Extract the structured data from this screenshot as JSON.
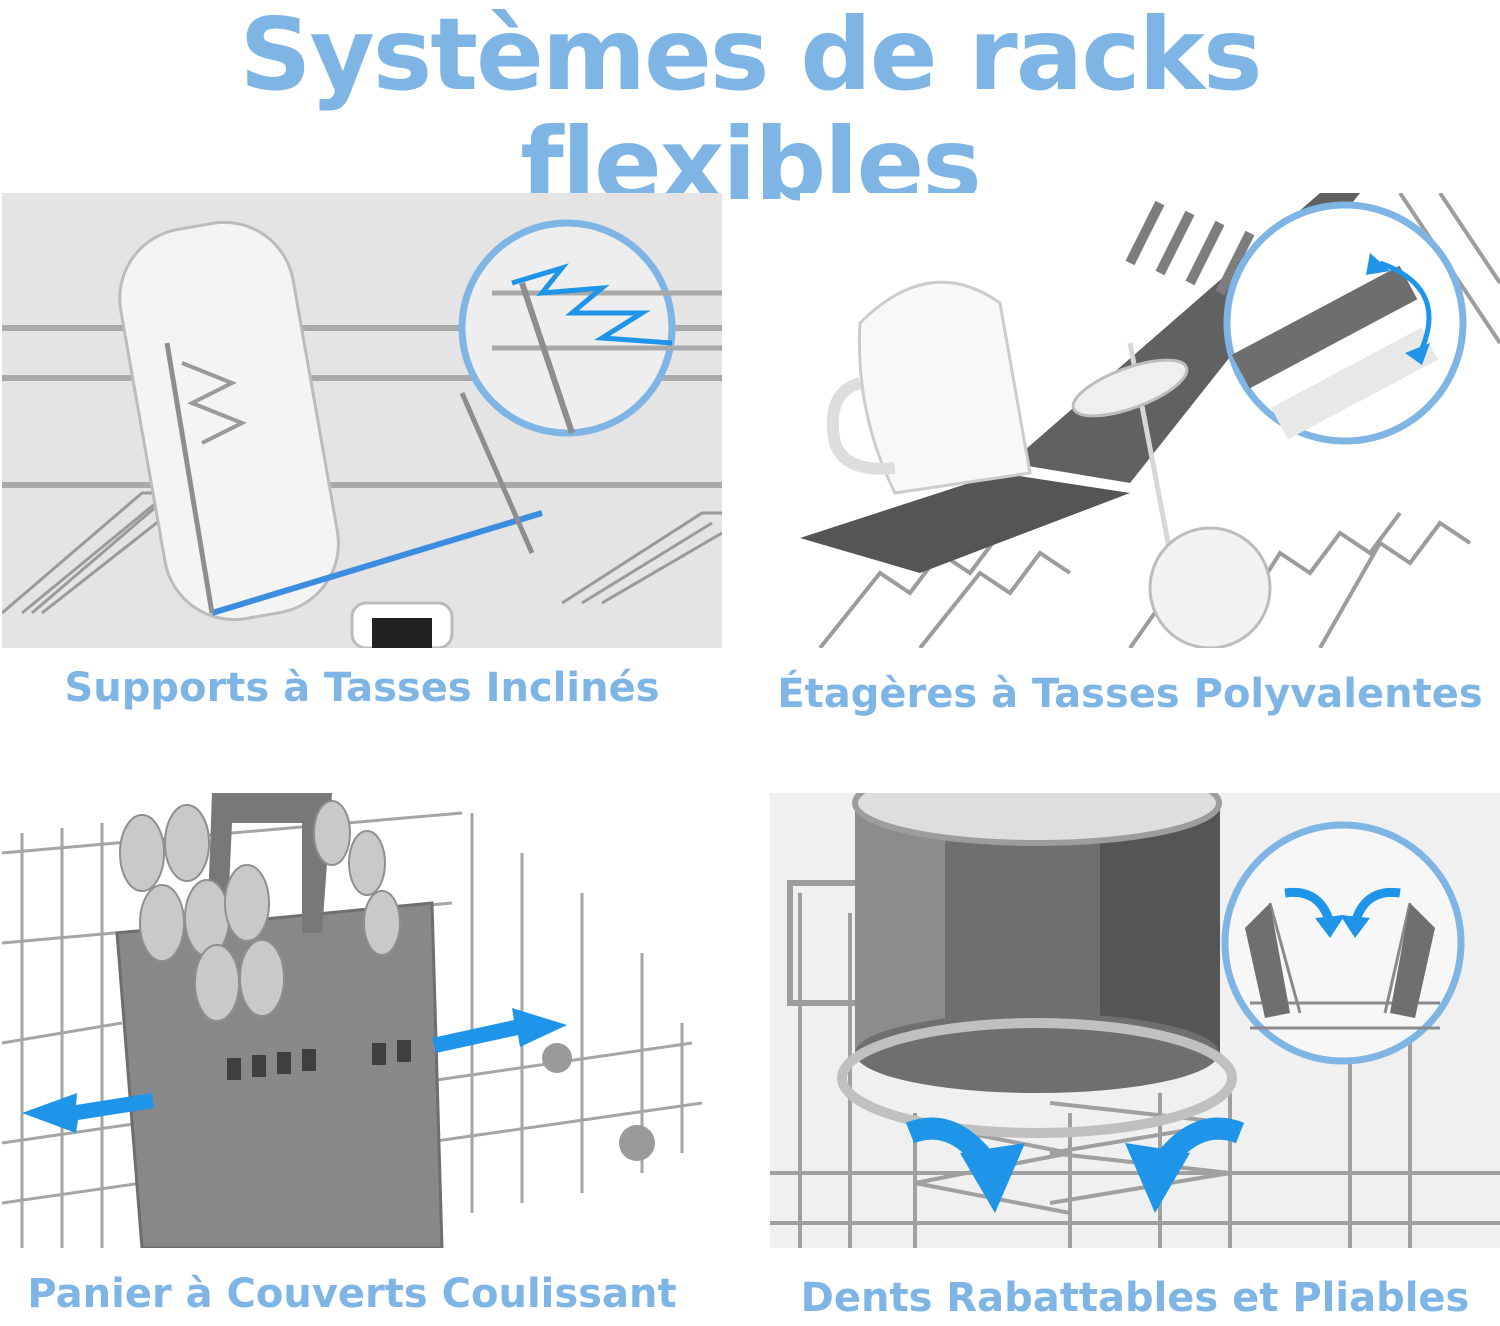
{
  "page": {
    "title": "Systèmes de racks flexibles",
    "accent": "#7fb5e5",
    "arrow_blue": "#1e95e8"
  },
  "features": [
    {
      "caption": "Supports à Tasses Inclinés"
    },
    {
      "caption": "Étagères à Tasses Polyvalentes"
    },
    {
      "caption": "Panier à Couverts Coulissant"
    },
    {
      "caption": "Dents Rabattables et Pliables"
    }
  ]
}
